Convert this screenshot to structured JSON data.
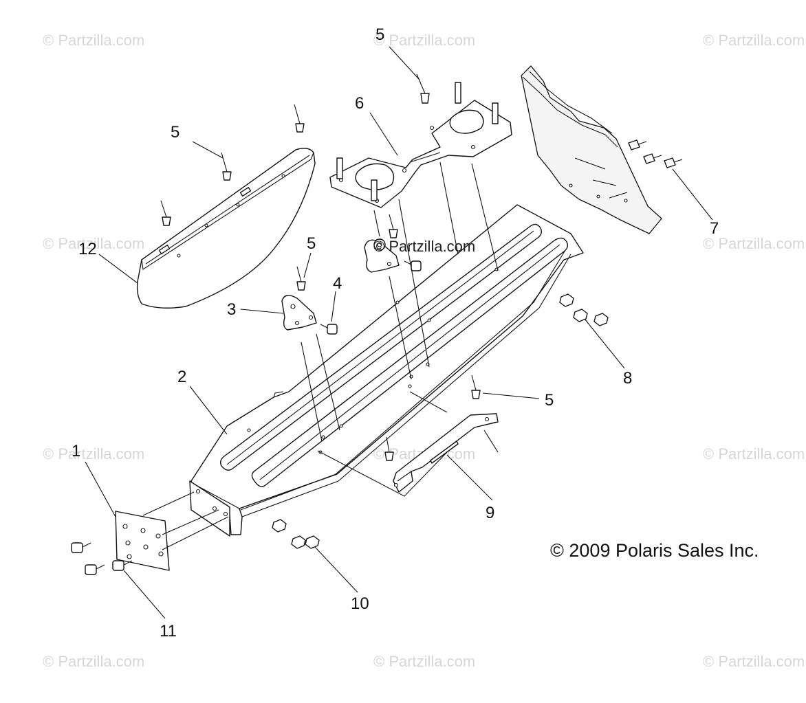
{
  "watermark": "© Partzilla.com",
  "copyright": "© 2009 Polaris Sales Inc.",
  "center_watermark": "© Partzilla.com",
  "callouts": {
    "c1": "1",
    "c2": "2",
    "c3": "3",
    "c4": "4",
    "c5a": "5",
    "c5b": "5",
    "c5c": "5",
    "c5d": "5",
    "c6": "6",
    "c7": "7",
    "c8": "8",
    "c9": "9",
    "c10": "10",
    "c11": "11",
    "c12": "12"
  }
}
